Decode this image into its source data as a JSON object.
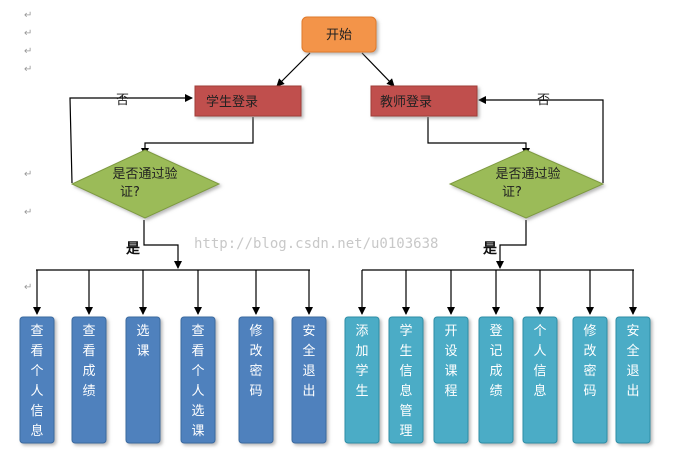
{
  "colors": {
    "start_fill": "#f39448",
    "login_fill": "#c0504d",
    "decision_fill": "#9bbb59",
    "student_box": "#4f81bd",
    "teacher_box": "#4bacc6",
    "line": "#000000"
  },
  "start": {
    "label": "开始"
  },
  "student": {
    "login": "学生登录",
    "decision_line1": "是否通过验",
    "decision_line2": "证?",
    "no_label": "否",
    "yes_label": "是",
    "functions": [
      "查看个人信息",
      "查看成绩",
      "选课",
      "查看个人选课",
      "修改密码",
      "安全退出"
    ]
  },
  "teacher": {
    "login": "教师登录",
    "decision_line1": "是否通过验",
    "decision_line2": "证?",
    "no_label": "否",
    "yes_label": "是",
    "functions": [
      "添加学生",
      "学生信息管理",
      "开设课程",
      "登记成绩",
      "个人信息",
      "修改密码",
      "安全退出"
    ]
  },
  "watermark": "http://blog.csdn.net/u0103638",
  "paragraph_mark": "↵"
}
